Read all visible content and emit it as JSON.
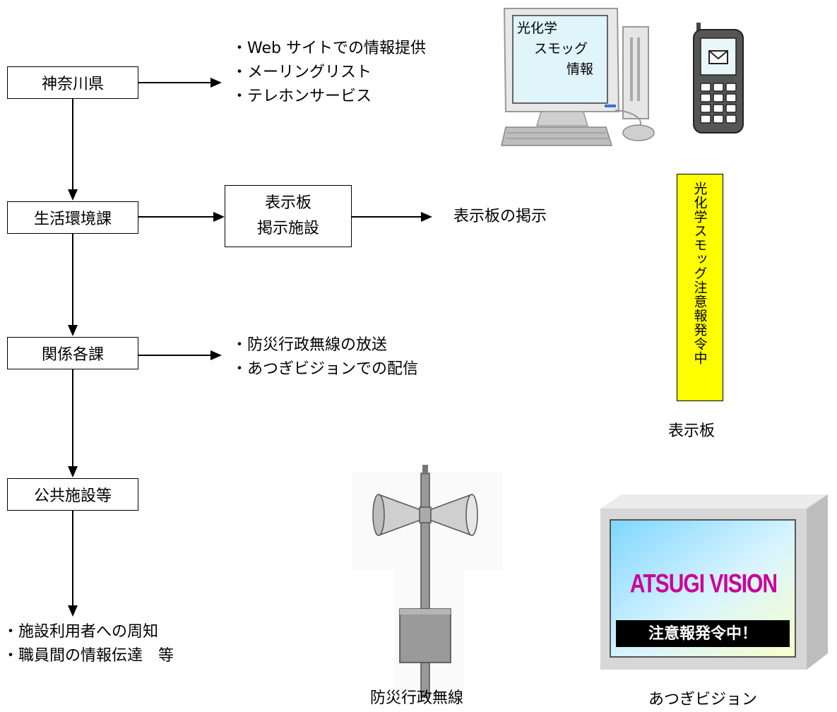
{
  "nodes": {
    "kanagawa": "神奈川県",
    "seikatsu": "生活環境課",
    "kankei": "関係各課",
    "kokyo": "公共施設等",
    "hyojiban_box_line1": "表示板",
    "hyojiban_box_line2": "掲示施設"
  },
  "outputs": {
    "kanagawa": [
      "・Web サイトでの情報提供",
      "・メーリングリスト",
      "・テレホンサービス"
    ],
    "seikatsu": "表示板の掲示",
    "kankei": [
      "・防災行政無線の放送",
      "・あつぎビジョンでの配信"
    ],
    "kokyo": [
      "・施設利用者への周知",
      "・職員間の情報伝達　等"
    ]
  },
  "computer_screen_text": [
    "光化学",
    "スモッグ",
    "情報"
  ],
  "sign_text": "光化学スモッグ注意報発令中",
  "captions": {
    "sign": "表示板",
    "speaker": "防災行政無線",
    "vision": "あつぎビジョン"
  },
  "vision_screen": {
    "title": "ATSUGI VISION",
    "banner": "注意報発令中！"
  },
  "colors": {
    "sign_bg": "#ffff00",
    "screen_bg": "#dff4fb",
    "vision_title": "#cc0099"
  }
}
